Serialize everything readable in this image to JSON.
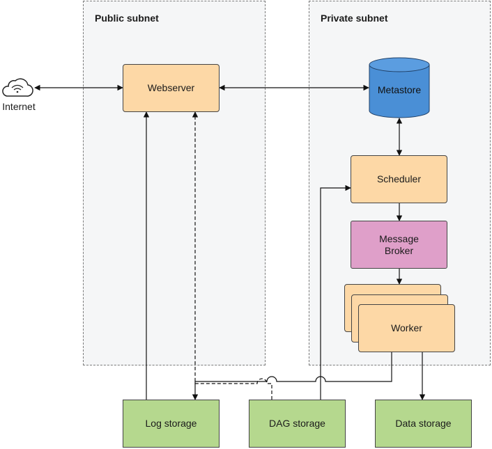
{
  "subnets": {
    "public": "Public subnet",
    "private": "Private subnet"
  },
  "internet": {
    "label": "Internet",
    "icon": "cloud-wifi-icon"
  },
  "nodes": {
    "webserver": "Webserver",
    "metastore": "Metastore",
    "scheduler": "Scheduler",
    "message_broker": "Message\nBroker",
    "worker": "Worker",
    "log_storage": "Log storage",
    "dag_storage": "DAG storage",
    "data_storage": "Data storage"
  },
  "colors": {
    "component": "#fdd8a6",
    "message_broker": "#df9fc9",
    "storage": "#b5d88e",
    "database": "#4a8fd6",
    "subnet_fill": "#f5f6f7"
  }
}
